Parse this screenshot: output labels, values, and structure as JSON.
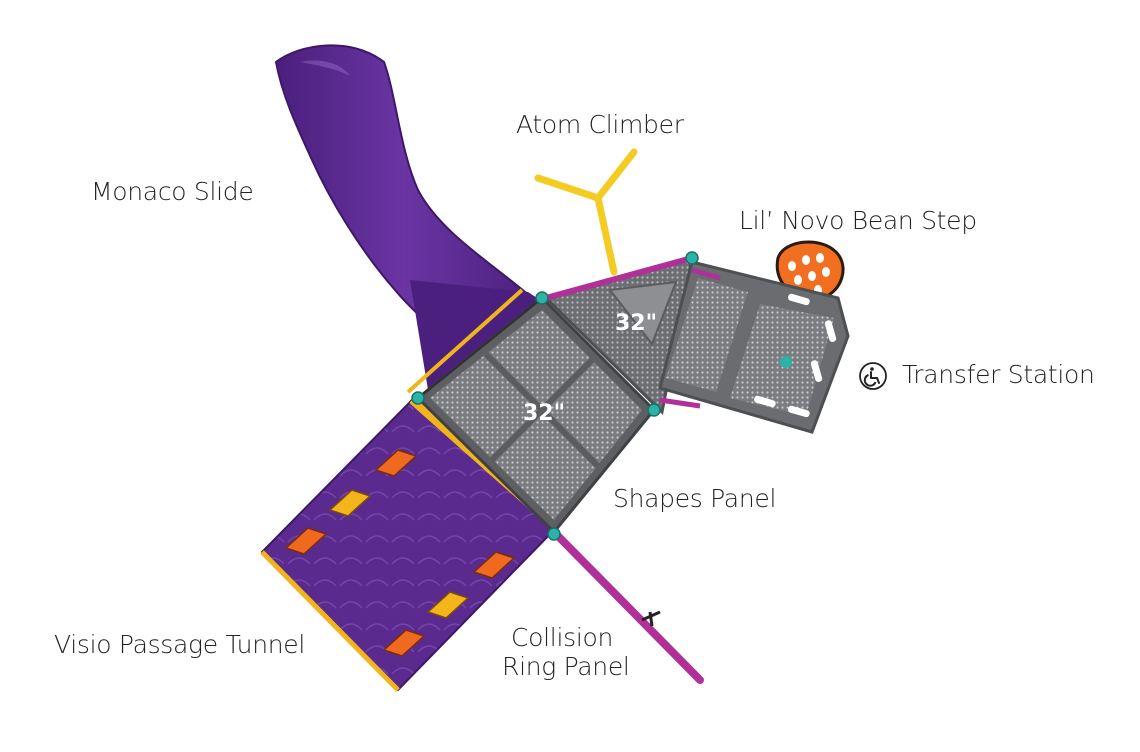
{
  "labels": {
    "atom_climber": "Atom Climber",
    "monaco_slide": "Monaco Slide",
    "bean_step": "Lil’ Novo Bean Step",
    "transfer_station": "Transfer Station",
    "shapes_panel": "Shapes Panel",
    "collision_line1": "Collision",
    "collision_line2": "Ring Panel",
    "visio_tunnel": "Visio Passage Tunnel"
  },
  "deck_sizes": {
    "large_deck": "32\"",
    "triangle_deck": "32\""
  },
  "icons": {
    "transfer_station": "wheelchair-accessible-icon"
  },
  "colors": {
    "slide_purple": "#5b2a90",
    "deck_gray": "#7d7f82",
    "post_teal": "#2bb3a8",
    "rail_magenta": "#b0309a",
    "accent_orange": "#f26f21",
    "accent_yellow": "#f5c21b"
  }
}
